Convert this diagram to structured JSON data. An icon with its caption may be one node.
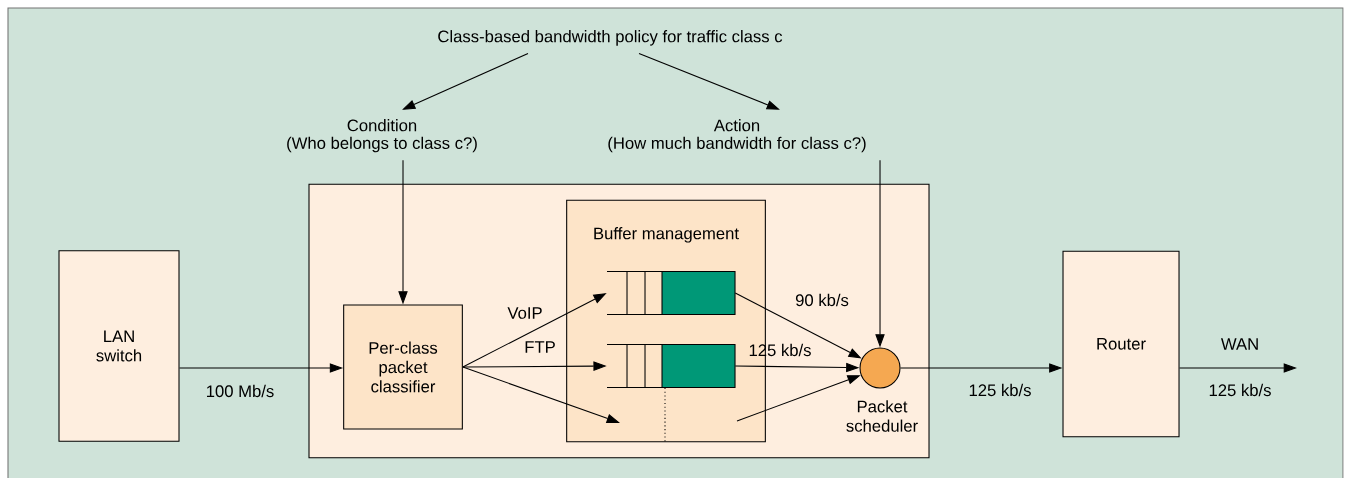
{
  "diagram": {
    "nodes": [
      {
        "text": [
          "Class-based bandwidth policy for traffic class c"
        ]
      },
      {
        "text": [
          "Condition",
          "(Who belongs to class c?)"
        ]
      },
      {
        "text": [
          "Action",
          "(How much bandwidth for class c?)"
        ]
      },
      {
        "text": [
          "LAN switch"
        ]
      },
      {
        "text": [],
        "shape": "box"
      },
      {
        "text": [
          "Per-class packet classifier"
        ],
        "in": 4
      },
      {
        "text": [
          "Buffer management"
        ],
        "in": 4
      },
      {
        "text": [],
        "shape": "box",
        "in": 6
      },
      {
        "text": [],
        "shape": "box",
        "in": 6
      },
      {
        "text": [
          "Packet scheduler"
        ],
        "in": 4
      },
      {
        "text": [
          "Router"
        ]
      }
    ],
    "edges": [
      {
        "from": 0,
        "to": 1,
        "arrow": "to"
      },
      {
        "from": 0,
        "to": 2,
        "arrow": "to"
      },
      {
        "from": 1,
        "to": 5,
        "arrow": "to"
      },
      {
        "from": 2,
        "to": 9,
        "arrow": "to"
      },
      {
        "from": 3,
        "to": 5,
        "arrow": "to",
        "label": "100 Mb/s"
      },
      {
        "from": 5,
        "to": 7,
        "arrow": "to",
        "label": "VoIP"
      },
      {
        "from": 5,
        "to": 8,
        "arrow": "to",
        "label": "FTP"
      },
      {
        "from": 5,
        "to": null,
        "arrow": "to"
      },
      {
        "from": 7,
        "to": 9,
        "arrow": "to",
        "label": "90 kb/s"
      },
      {
        "from": 8,
        "to": 9,
        "arrow": "to",
        "label": "125 kb/s"
      },
      {
        "from": null,
        "to": 9,
        "arrow": "to"
      },
      {
        "from": 9,
        "to": 10,
        "arrow": "to",
        "label": "125 kb/s"
      },
      {
        "from": 10,
        "to": null,
        "arrow": "to",
        "label": "125 kb/s"
      }
    ],
    "labels": [
      "WAN"
    ]
  }
}
